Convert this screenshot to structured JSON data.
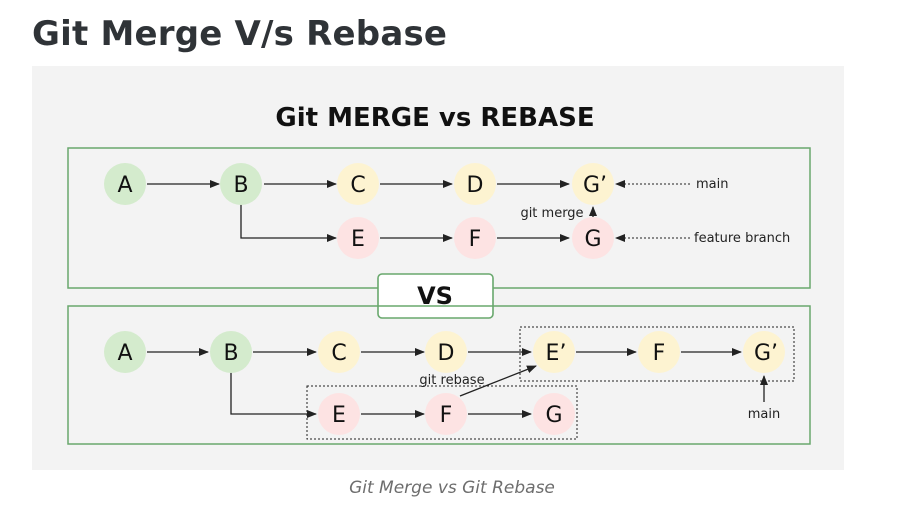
{
  "page_title": "Git Merge V/s Rebase",
  "caption": "Git Merge vs Git Rebase",
  "diagram": {
    "title": "Git MERGE vs REBASE",
    "vs_label": "VS",
    "colors": {
      "green": "#d4ebcd",
      "yellow": "#fdf3d1",
      "pink": "#fde3e3",
      "frame": "#69a86d",
      "arrow": "#222222",
      "panel": "#f3f3f3"
    },
    "merge": {
      "nodes": {
        "A": "A",
        "B": "B",
        "C": "C",
        "D": "D",
        "Gp": "G’",
        "E": "E",
        "F": "F",
        "G": "G"
      },
      "git_merge_label": "git merge",
      "main_label": "main",
      "feature_label": "feature branch"
    },
    "rebase": {
      "nodes": {
        "A": "A",
        "B": "B",
        "C": "C",
        "D": "D",
        "Ep": "E’",
        "F2": "F",
        "Gp": "G’",
        "E": "E",
        "F": "F",
        "G": "G"
      },
      "git_rebase_label": "git rebase",
      "main_label": "main"
    }
  }
}
